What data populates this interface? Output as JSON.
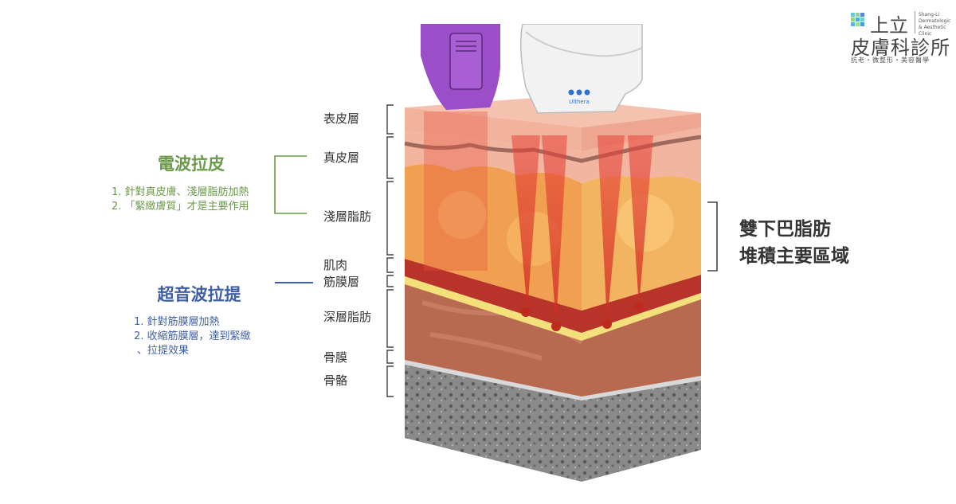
{
  "logo": {
    "name_top": "上立",
    "name_bottom": "皮膚科診所",
    "en_line1": "Shang-Li",
    "en_line2": "Dermatologic",
    "en_line3": "& Aesthetic Clinic",
    "tagline": "抗老・微整形・美容醫學"
  },
  "device": {
    "brand": "Ulthera"
  },
  "layers": [
    "表皮層",
    "真皮層",
    "淺層脂肪",
    "肌肉",
    "筋膜層",
    "深層脂肪",
    "骨膜",
    "骨骼"
  ],
  "rf": {
    "title": "電波拉皮",
    "items": [
      "1. 針對真皮膚、淺層脂肪加熱",
      "2. 「緊緻膚質」才是主要作用"
    ],
    "color": "#6a9a4a"
  },
  "ultrasound": {
    "title": "超音波拉提",
    "items": [
      "1. 針對筋膜層加熱",
      "2. 收縮筋膜層，達到緊緻",
      "、拉提效果"
    ],
    "color": "#3f5fa3"
  },
  "double_chin": {
    "line1": "雙下巴脂肪",
    "line2": "堆積主要區域"
  }
}
